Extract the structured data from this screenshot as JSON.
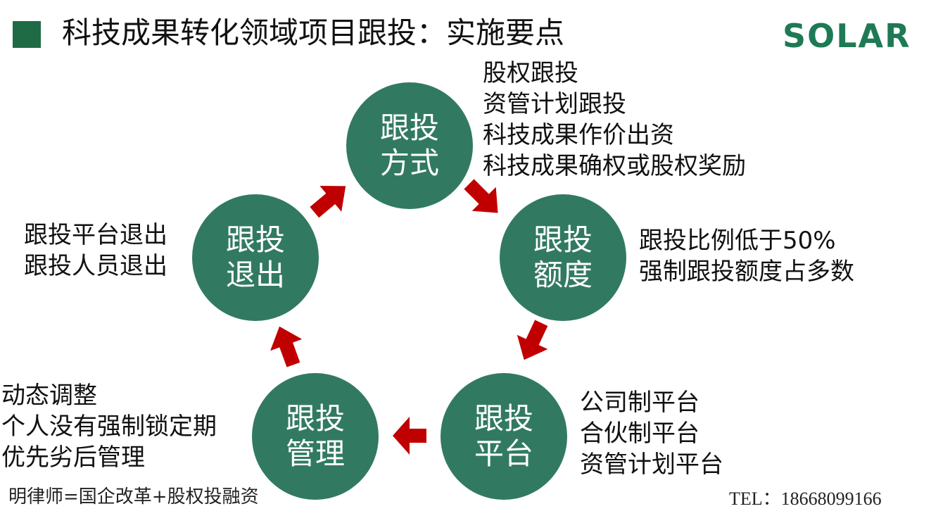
{
  "title": "科技成果转化领域项目跟投：实施要点",
  "logo": "SOLAR",
  "colors": {
    "accent": "#1e6b45",
    "node": "#317a61",
    "arrow": "#c00000",
    "logo": "#1e7a55"
  },
  "nodes": {
    "method": {
      "line1": "跟投",
      "line2": "方式"
    },
    "amount": {
      "line1": "跟投",
      "line2": "额度"
    },
    "platform": {
      "line1": "跟投",
      "line2": "平台"
    },
    "management": {
      "line1": "跟投",
      "line2": "管理"
    },
    "exit": {
      "line1": "跟投",
      "line2": "退出"
    }
  },
  "notes": {
    "method": [
      "股权跟投",
      "资管计划跟投",
      "科技成果作价出资",
      "科技成果确权或股权奖励"
    ],
    "amount": [
      "跟投比例低于50%",
      "强制跟投额度占多数"
    ],
    "platform": [
      "公司制平台",
      "合伙制平台",
      "资管计划平台"
    ],
    "management": [
      "动态调整",
      "个人没有强制锁定期",
      "优先劣后管理"
    ],
    "exit": [
      "跟投平台退出",
      "跟投人员退出"
    ]
  },
  "footer": {
    "left": "明律师=国企改革+股权投融资",
    "right": "TEL：18668099166"
  }
}
